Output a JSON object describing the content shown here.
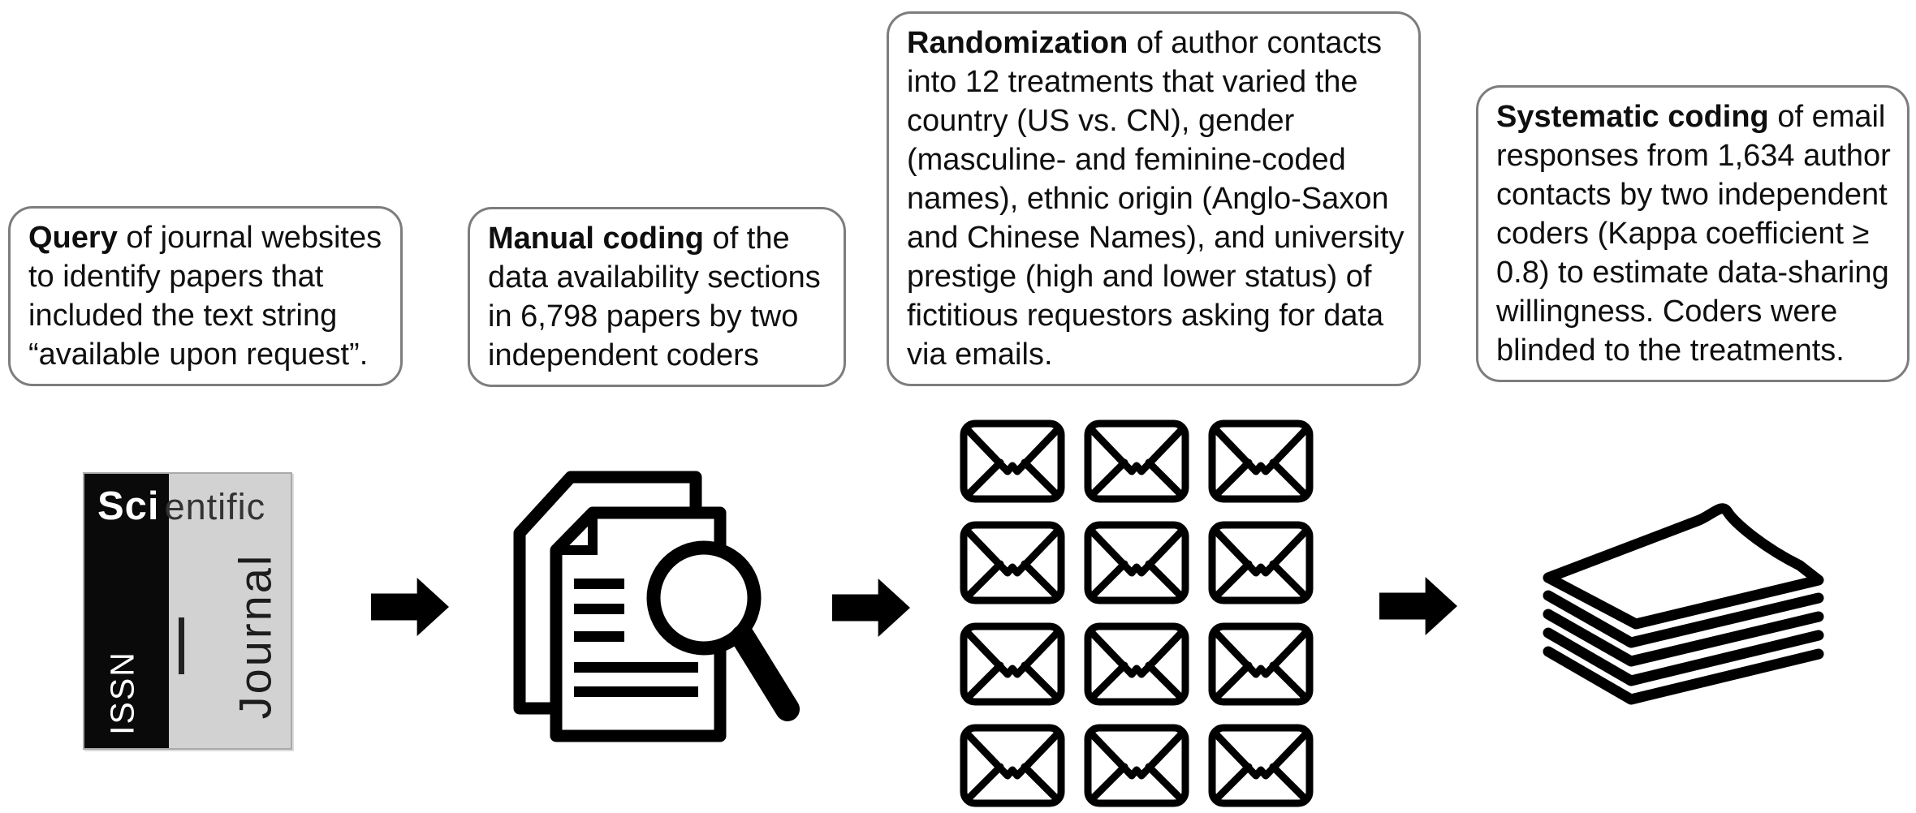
{
  "figure": {
    "kind": "research-method-flow-diagram",
    "background": "#ffffff",
    "step_count": 4
  },
  "colors": {
    "box_border": "#7d7d7d",
    "text": "#0f0f0f",
    "icon_black": "#000000",
    "journal_cover_gray": "#d2d2d2",
    "journal_panel_black": "#0a0a0a"
  },
  "boxes": [
    {
      "name": "step-1-query",
      "lead": "Query",
      "first_rest": " of journal websites",
      "lines": [
        "to identify papers that",
        "included the text string",
        "“available upon request”."
      ]
    },
    {
      "name": "step-2-manual-coding",
      "lead": "Manual coding",
      "first_rest": " of the",
      "lines": [
        "data availability sections",
        "in 6,798 papers by two",
        "independent coders"
      ]
    },
    {
      "name": "step-3-randomization",
      "lead": "Randomization",
      "first_rest": " of author contacts",
      "lines": [
        "into 12 treatments that varied the",
        "country (US vs. CN), gender",
        "(masculine- and feminine-coded",
        "names), ethnic origin (Anglo-Saxon",
        "and Chinese Names), and university",
        "prestige (high and lower status) of",
        "fictitious requestors asking for data",
        "via emails."
      ]
    },
    {
      "name": "step-4-systematic-coding",
      "lead": "Systematic coding",
      "first_rest": " of email",
      "lines": [
        "responses from 1,634 author",
        "contacts by two independent",
        "coders (Kappa coefficient ≥",
        "0.8) to estimate data-sharing",
        "willingness. Coders were",
        "blinded to the treatments."
      ]
    }
  ],
  "journal_cover": {
    "masthead_bold": "Sci",
    "masthead_rest": "entific",
    "side_title": "Journal",
    "issn_label": "ISSN"
  },
  "envelope_grid": {
    "rows": 4,
    "cols": 3,
    "count": 12
  },
  "icons": {
    "step1": "journal-cover-icon",
    "step2": "documents-magnifier-icon",
    "step3": "envelope-grid-icon",
    "step4": "paper-stack-icon",
    "connector": "arrow-right-icon"
  }
}
